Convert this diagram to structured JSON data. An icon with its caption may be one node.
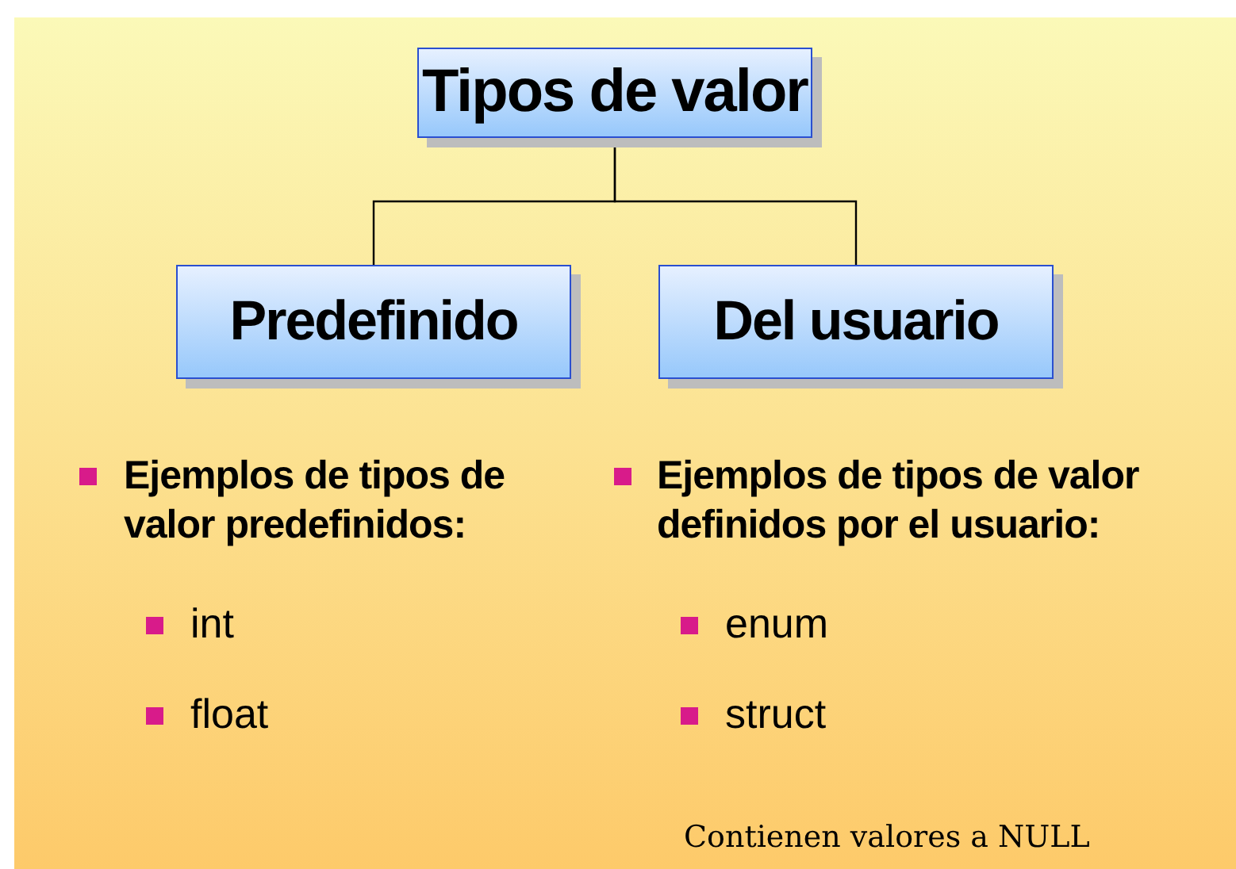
{
  "diagram": {
    "nodes": [
      {
        "text": [
          "Tipos de valor"
        ]
      },
      {
        "text": [
          "Predefinido"
        ]
      },
      {
        "text": [
          "Del usuario"
        ]
      }
    ],
    "edges": [
      {
        "from": 0,
        "to": 1,
        "arrow": "none"
      },
      {
        "from": 0,
        "to": 2,
        "arrow": "none"
      }
    ],
    "labels": [
      "Ejemplos de tipos de valor predefinidos:",
      "Ejemplos de tipos de valor definidos por el usuario:",
      "int",
      "enum",
      "float",
      "struct",
      "Contienen valores a NULL"
    ]
  }
}
